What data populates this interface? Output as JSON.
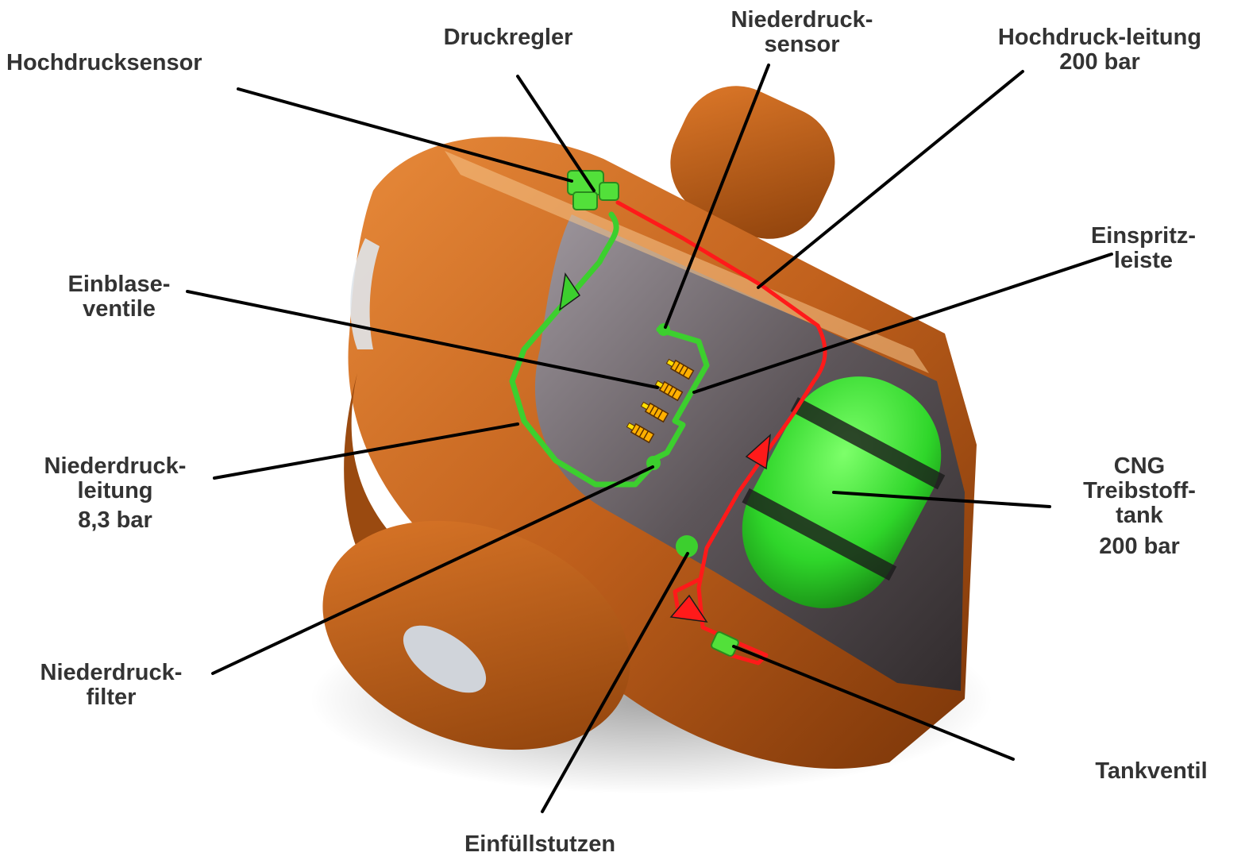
{
  "labels": {
    "hochdrucksensor": "Hochdrucksensor",
    "druckregler": "Druckregler",
    "niederdrucksensor": [
      "Niederdruck-",
      "sensor"
    ],
    "hochdruckleitung": [
      "Hochdruck-leitung",
      "200 bar"
    ],
    "einblaseventile": [
      "Einblase-",
      "ventile"
    ],
    "einspritzleiste": [
      "Einspritz-",
      "leiste"
    ],
    "niederdruckleitung": [
      "Niederdruck-",
      "leitung",
      "8,3 bar"
    ],
    "cng_tank": [
      "CNG",
      "Treibstoff-",
      "tank",
      "200 bar"
    ],
    "niederdruckfilter": [
      "Niederdruck-",
      "filter"
    ],
    "einfuellstutzen": "Einfüllstutzen",
    "tankventil": "Tankventil"
  },
  "colors": {
    "text": "#333333",
    "leader": "#000000",
    "body": "#c8661e",
    "low_pressure_line": "#3ccf2e",
    "high_pressure_line": "#ff1a1a",
    "tank": "#2fd62a"
  }
}
